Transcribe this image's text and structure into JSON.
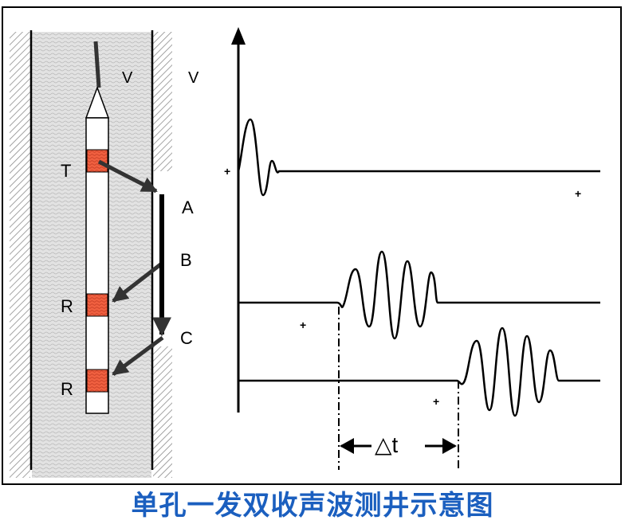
{
  "caption": "单孔一发双收声波测井示意图",
  "labels": {
    "v1": "V",
    "v2": "V",
    "transmitter": "T",
    "receiver1": "R",
    "receiver2": "R",
    "point_a": "A",
    "point_b": "B",
    "point_c": "C",
    "delta_t": "△t",
    "plus_1": "+",
    "plus_2": "+",
    "plus_3": "+",
    "plus_4": "+"
  },
  "colors": {
    "caption": "#1b5fbf",
    "transducer": "#f06040",
    "well_fill": "#d9d9d9",
    "hatch": "#8c8c8c",
    "line": "#000000",
    "arrow": "#333333"
  }
}
